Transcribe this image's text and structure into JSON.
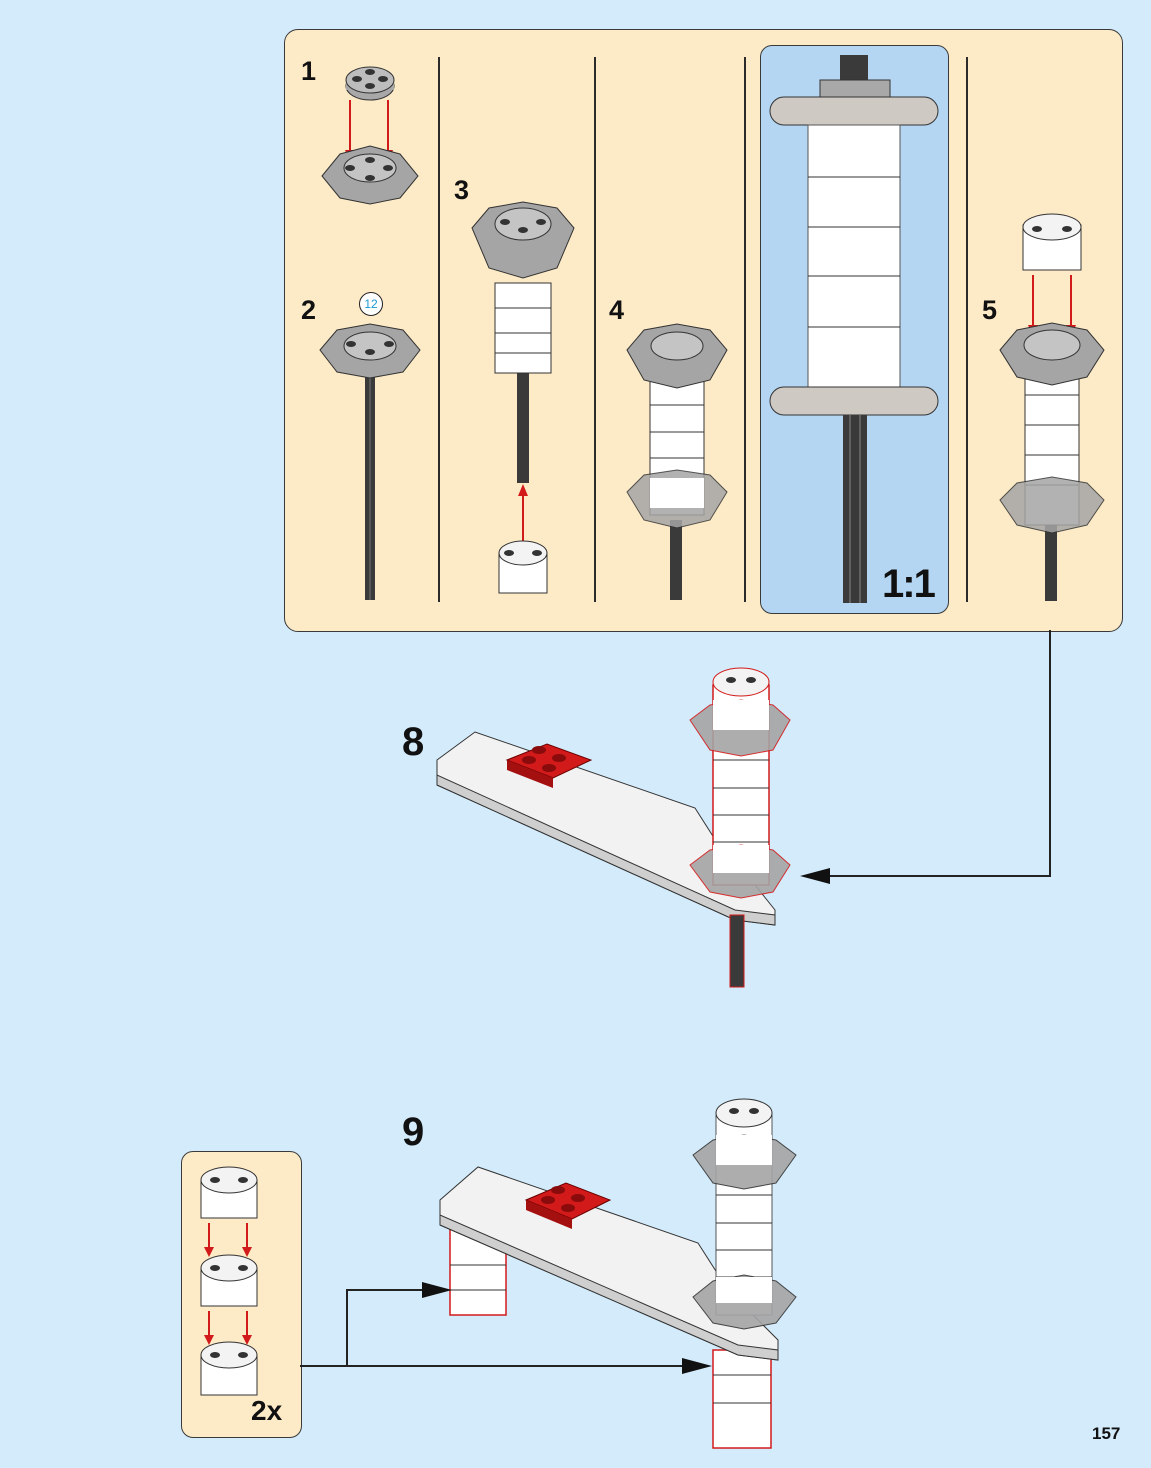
{
  "page": {
    "page_number": "157",
    "background_color": "#d3ebfb",
    "panel_color": "#fdebc8",
    "highlight_color": "#b4d6f2",
    "part_red": "#d21a1a"
  },
  "subassembly_panel": {
    "steps": [
      {
        "number": "1",
        "description": "round plate onto bar holder plate"
      },
      {
        "number": "2",
        "description": "bar holder on antenna bar",
        "badge": "12"
      },
      {
        "number": "3",
        "description": "round bricks stacked on bar, 1 round brick from below"
      },
      {
        "number": "4",
        "description": "second bar holder ring added"
      },
      {
        "number": "5",
        "description": "round brick added on top"
      }
    ],
    "scale_view": {
      "label": "1:1"
    }
  },
  "main_steps": [
    {
      "number": "8",
      "description": "tower attached to white base with red 2x2 plate"
    },
    {
      "number": "9",
      "description": "round-brick legs attached under base"
    }
  ],
  "callout": {
    "multiplier": "2x",
    "description": "three stacked round bricks"
  }
}
